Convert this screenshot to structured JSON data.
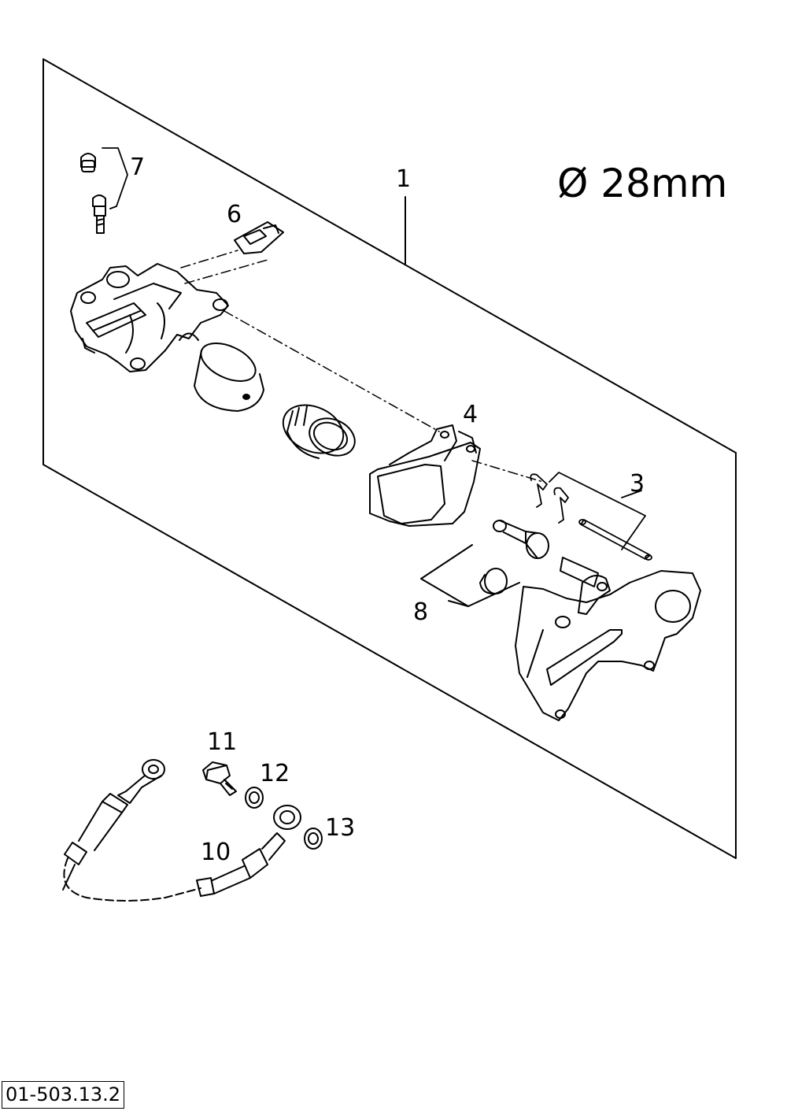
{
  "diagram": {
    "diameter_label": "Ø 28mm",
    "reference_code": "01-503.13.2",
    "callouts": [
      {
        "id": "1",
        "part": "caliper-assembly"
      },
      {
        "id": "3",
        "part": "pad-pin-and-clips"
      },
      {
        "id": "4",
        "part": "brake-pads"
      },
      {
        "id": "6",
        "part": "pad-spring"
      },
      {
        "id": "7",
        "part": "bleeder-screws"
      },
      {
        "id": "8",
        "part": "caliper-slide-pins"
      },
      {
        "id": "10",
        "part": "brake-hose"
      },
      {
        "id": "11",
        "part": "banjo-bolt"
      },
      {
        "id": "12",
        "part": "sealing-washer"
      },
      {
        "id": "13",
        "part": "sealing-washer"
      }
    ]
  }
}
